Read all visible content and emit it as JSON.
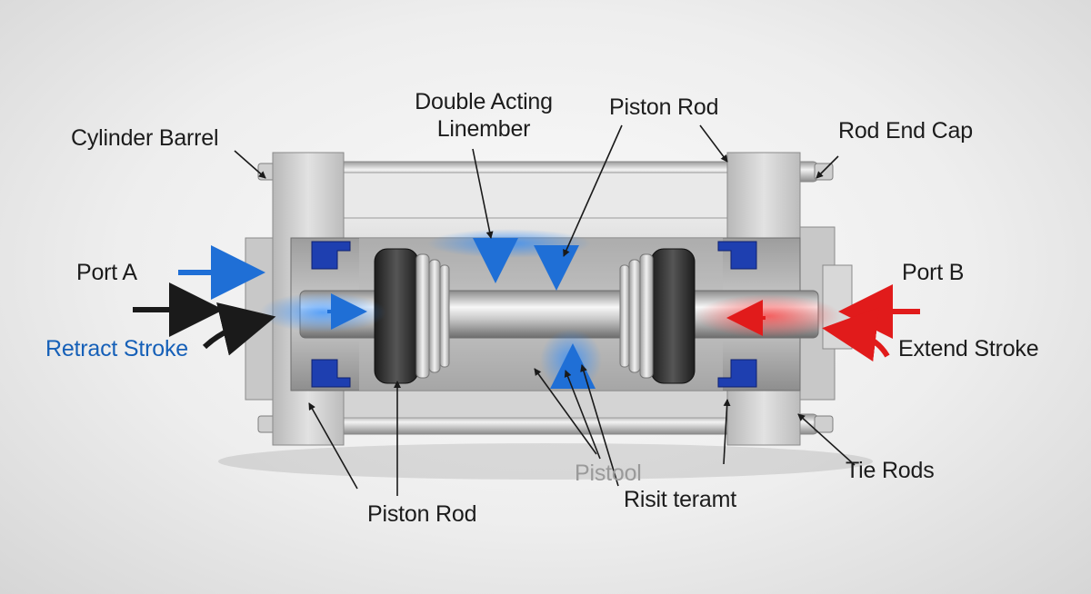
{
  "labels": {
    "cylinder_barrel": "Cylinder Barrel",
    "double_acting_line1": "Double Acting",
    "double_acting_line2": "Linember",
    "piston_rod_top": "Piston Rod",
    "rod_end_cap": "Rod End Cap",
    "port_a": "Port A",
    "port_b": "Port B",
    "retract_stroke": "Retract Stroke",
    "extend_stroke": "Extend Stroke",
    "tie_rods": "Tie Rods",
    "piston_rod_bottom": "Piston Rod",
    "pistool": "Pistool",
    "risit_teramt": "Risit teramt"
  },
  "colors": {
    "port_a_arrow": "#1f6fd6",
    "port_b_arrow": "#e11b1b",
    "seal": "#1e3fb0",
    "leader": "#1a1a1a",
    "fluid_glow_blue": "#2d8cff",
    "fluid_glow_red": "#ff3a3a"
  }
}
